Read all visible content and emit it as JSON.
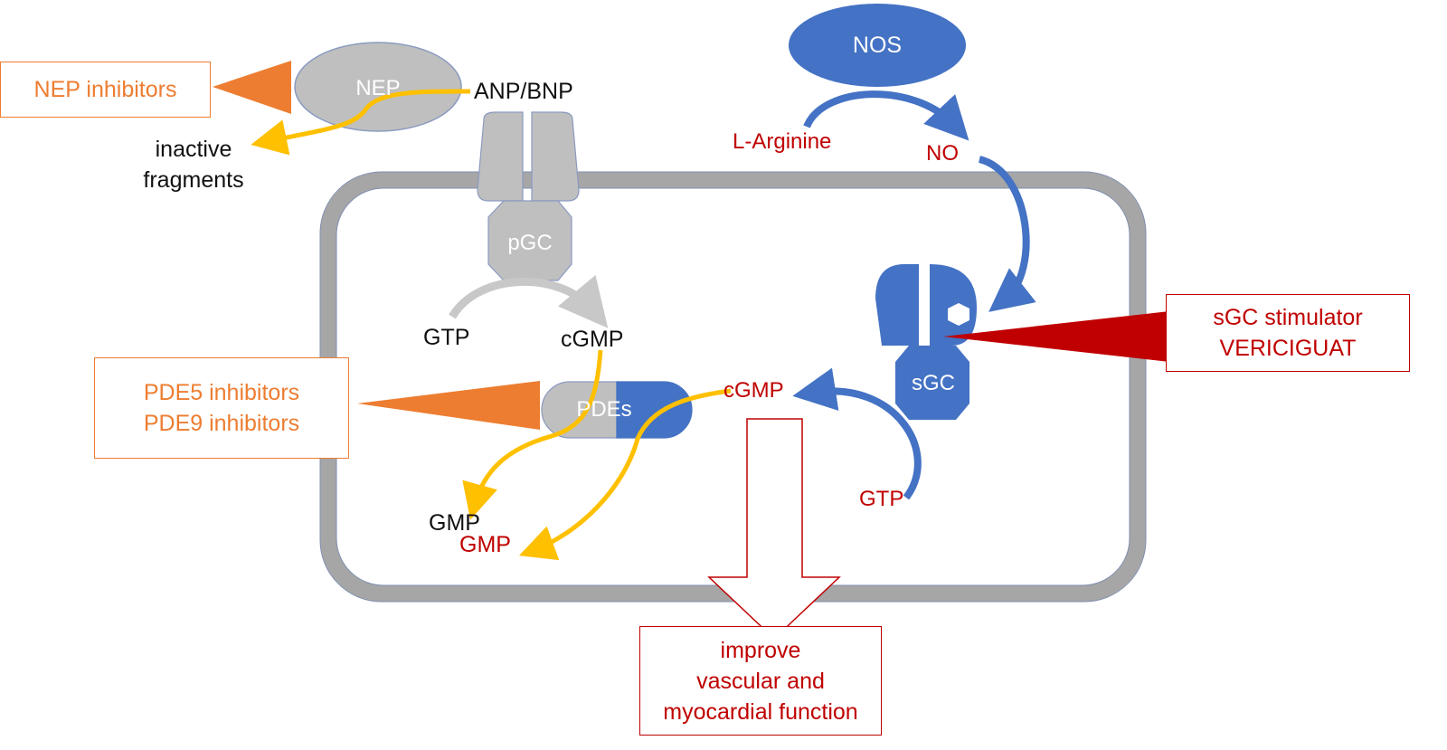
{
  "labels": {
    "nep": "NEP",
    "anp_bnp": "ANP/BNP",
    "inactive_line1": "inactive",
    "inactive_line2": "fragments",
    "nos": "NOS",
    "l_arginine": "L-Arginine",
    "no": "NO",
    "pgc": "pGC",
    "gtp_left": "GTP",
    "cgmp_left": "cGMP",
    "pdes": "PDEs",
    "cgmp_red": "cGMP",
    "gmp_black": "GMP",
    "gmp_red": "GMP",
    "sgc": "sGC",
    "gtp_red": "GTP"
  },
  "boxes": {
    "nep_inhibitors": "NEP inhibitors",
    "pde_line1": "PDE5 inhibitors",
    "pde_line2": "PDE9 inhibitors",
    "sgc_line1": "sGC stimulator",
    "sgc_line2": "VERICIGUAT",
    "outcome_line1": "improve",
    "outcome_line2": "vascular and",
    "outcome_line3": "myocardial function"
  },
  "colors": {
    "membrane": "#a6a6a6",
    "receptor_gray": "#bfbfbf",
    "blue": "#4472c4",
    "yellow": "#ffc000",
    "orange": "#ed7d31",
    "red": "#c00000"
  }
}
